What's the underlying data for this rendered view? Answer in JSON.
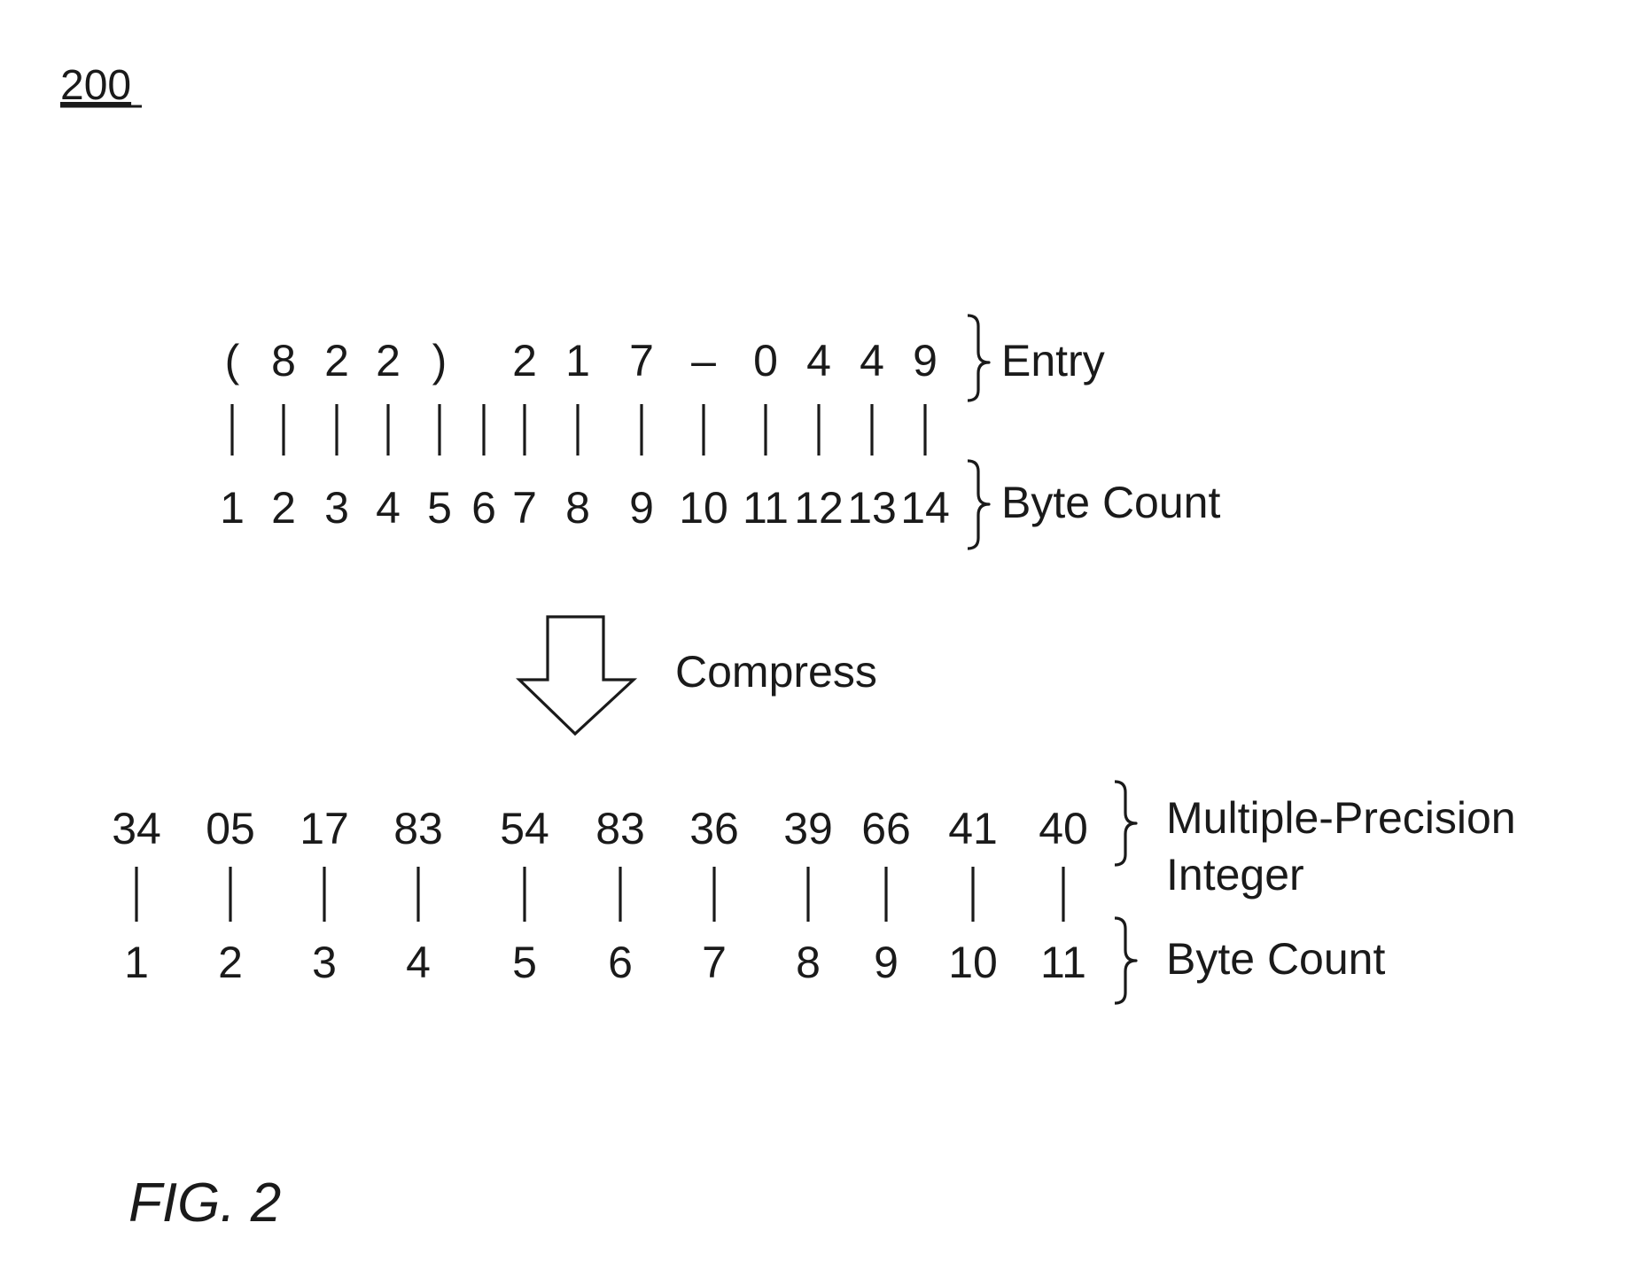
{
  "figure_ref": "200",
  "figure_label": "FIG. 2",
  "entry": {
    "label": "Entry",
    "characters": [
      "(",
      "8",
      "2",
      "2",
      ")",
      "",
      "2",
      "1",
      "7",
      "–",
      "0",
      "4",
      "4",
      "9"
    ],
    "byte_count_label": "Byte Count",
    "byte_counts": [
      "1",
      "2",
      "3",
      "4",
      "5",
      "6",
      "7",
      "8",
      "9",
      "10",
      "11",
      "12",
      "13",
      "14"
    ]
  },
  "compress_label": "Compress",
  "integer": {
    "label_line1": "Multiple-Precision",
    "label_line2": "Integer",
    "values": [
      "34",
      "05",
      "17",
      "83",
      "54",
      "83",
      "36",
      "39",
      "66",
      "41",
      "40"
    ],
    "byte_count_label": "Byte Count",
    "byte_counts": [
      "1",
      "2",
      "3",
      "4",
      "5",
      "6",
      "7",
      "8",
      "9",
      "10",
      "11"
    ]
  }
}
